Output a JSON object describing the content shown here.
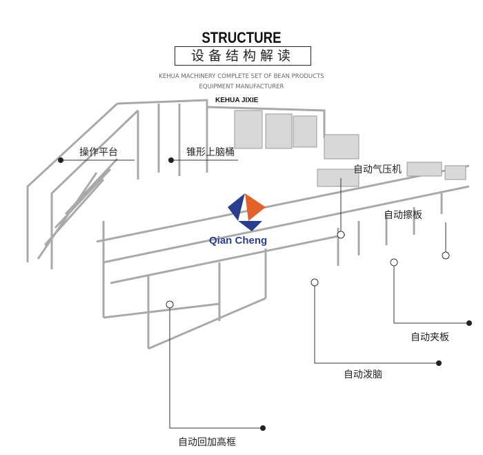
{
  "header": {
    "title": "STRUCTURE",
    "subtitle_cn": "设备结构解读",
    "subtitle_en_1": "KEHUA MACHINERY COMPLETE SET OF BEAN PRODUCTS",
    "subtitle_en_2": "EQUIPMENT MANUFACTURER",
    "brand": "KEHUA JIXIE"
  },
  "watermark": {
    "text": "Qian Cheng",
    "colors": {
      "blue": "#2a3d8f",
      "orange": "#e2622a"
    }
  },
  "callouts": [
    {
      "label": "操作平台"
    },
    {
      "label": "锥形上脑桶"
    },
    {
      "label": "自动气压机"
    },
    {
      "label": "自动擦板"
    },
    {
      "label": "自动夹板"
    },
    {
      "label": "自动泼脑"
    },
    {
      "label": "自动回加高框"
    }
  ]
}
